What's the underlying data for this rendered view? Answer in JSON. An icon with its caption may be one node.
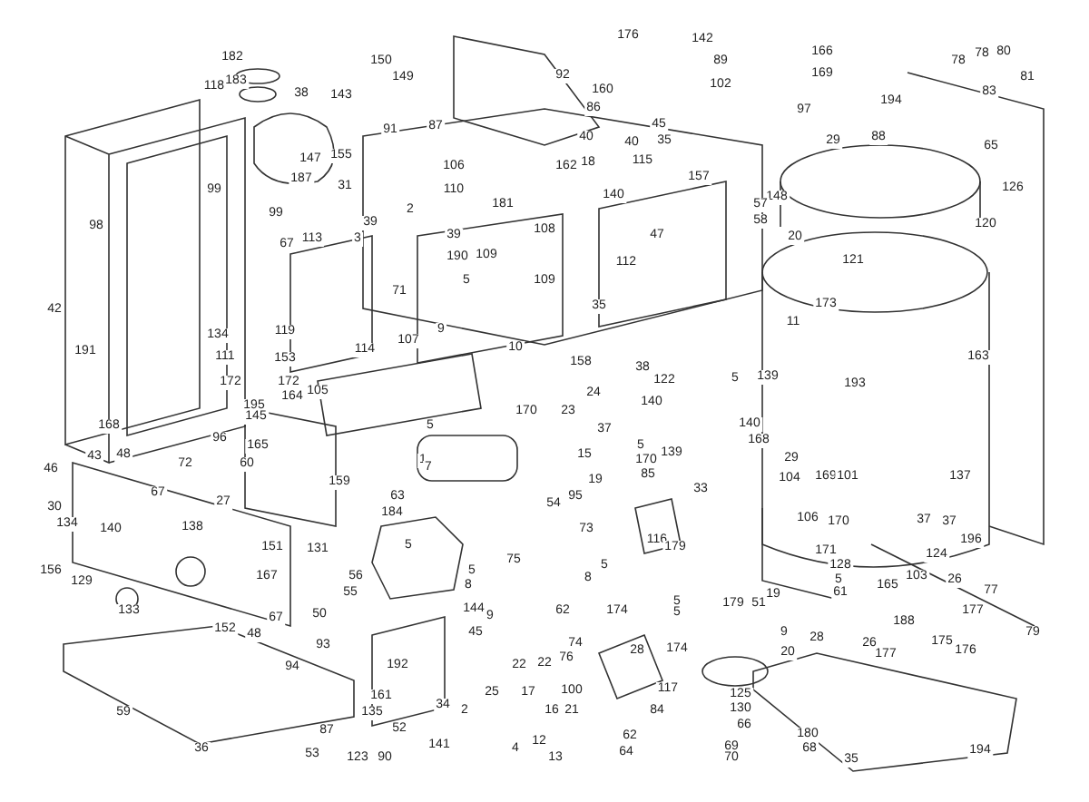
{
  "diagram": {
    "labels": [
      "176",
      "142",
      "166",
      "80",
      "78",
      "182",
      "78",
      "89",
      "150",
      "169",
      "92",
      "149",
      "81",
      "183",
      "102",
      "118",
      "160",
      "83",
      "38",
      "143",
      "194",
      "86",
      "97",
      "45",
      "87",
      "91",
      "88",
      "40",
      "35",
      "29",
      "40",
      "65",
      "155",
      "147",
      "115",
      "18",
      "106",
      "162",
      "157",
      "187",
      "31",
      "126",
      "99",
      "110",
      "140",
      "148",
      "181",
      "57",
      "2",
      "99",
      "58",
      "39",
      "120",
      "98",
      "108",
      "39",
      "47",
      "20",
      "113",
      "3",
      "67",
      "109",
      "190",
      "121",
      "112",
      "109",
      "5",
      "71",
      "173",
      "35",
      "42",
      "11",
      "9",
      "119",
      "134",
      "107",
      "114",
      "10",
      "191",
      "111",
      "163",
      "153",
      "158",
      "38",
      "139",
      "5",
      "122",
      "172",
      "172",
      "193",
      "105",
      "24",
      "164",
      "195",
      "140",
      "170",
      "23",
      "145",
      "140",
      "5",
      "168",
      "37",
      "96",
      "168",
      "165",
      "5",
      "139",
      "15",
      "43",
      "48",
      "29",
      "1",
      "170",
      "72",
      "60",
      "7",
      "46",
      "85",
      "169",
      "101",
      "137",
      "104",
      "19",
      "159",
      "33",
      "67",
      "63",
      "95",
      "27",
      "54",
      "30",
      "184",
      "106",
      "37",
      "170",
      "37",
      "134",
      "138",
      "140",
      "73",
      "116",
      "196",
      "5",
      "151",
      "179",
      "131",
      "171",
      "124",
      "75",
      "128",
      "5",
      "156",
      "5",
      "56",
      "167",
      "103",
      "8",
      "5",
      "26",
      "129",
      "8",
      "165",
      "55",
      "61",
      "77",
      "19",
      "51",
      "179",
      "5",
      "144",
      "133",
      "62",
      "174",
      "177",
      "5",
      "50",
      "9",
      "67",
      "188",
      "152",
      "48",
      "45",
      "9",
      "79",
      "28",
      "175",
      "74",
      "26",
      "93",
      "174",
      "28",
      "176",
      "20",
      "177",
      "76",
      "22",
      "22",
      "192",
      "94",
      "117",
      "100",
      "25",
      "17",
      "125",
      "161",
      "34",
      "130",
      "2",
      "16",
      "21",
      "84",
      "59",
      "135",
      "66",
      "52",
      "87",
      "180",
      "62",
      "12",
      "141",
      "69",
      "4",
      "36",
      "68",
      "194",
      "64",
      "53",
      "123",
      "13",
      "90",
      "70",
      "35"
    ]
  }
}
